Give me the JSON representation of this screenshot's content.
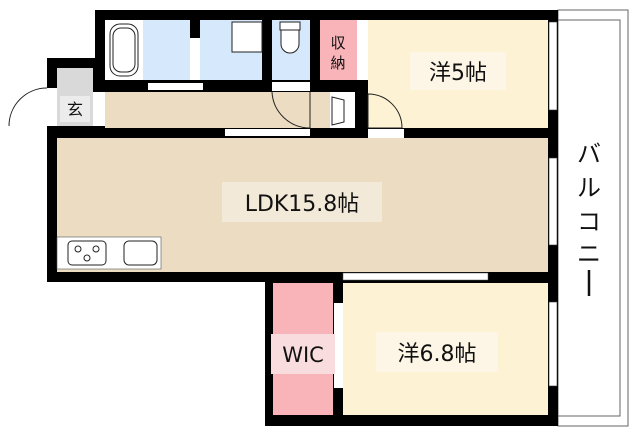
{
  "rooms": {
    "western_5": "洋5帖",
    "ldk": "LDK15.8帖",
    "western_68": "洋6.8帖",
    "wic": "WIC",
    "storage_line1": "収",
    "storage_line2": "納",
    "entrance": "玄",
    "balcony": [
      "バ",
      "ル",
      "コ",
      "ニ",
      "ー"
    ]
  },
  "colors": {
    "wall": "#000000",
    "western_room": "#fdf2d4",
    "ldk_floor": "#ecdcc2",
    "wet_area": "#d6e8fb",
    "storage": "#f8b4b8",
    "entrance": "#d9d9d9"
  }
}
